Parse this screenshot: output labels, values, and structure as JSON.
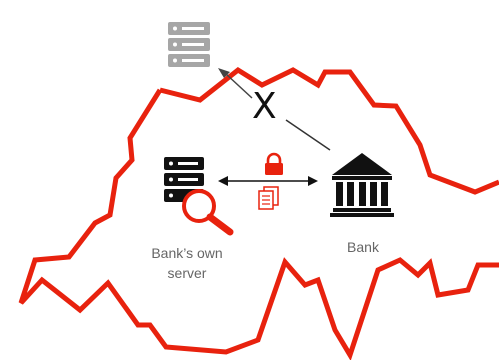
{
  "labels": {
    "own_server_line1": "Bank’s own",
    "own_server_line2": "server",
    "bank": "Bank",
    "blocked_mark": "X"
  },
  "icons": {
    "external_server": "server-rack-icon",
    "own_server": "server-rack-icon",
    "inspection": "magnifying-glass-icon",
    "lock": "padlock-icon",
    "documents": "documents-icon",
    "bank": "bank-building-icon"
  },
  "colors": {
    "border_red": "#e8220e",
    "external_server_gray": "#a6a6a6",
    "own_server_black": "#111111",
    "bank_black": "#111111",
    "label_gray": "#666666"
  }
}
